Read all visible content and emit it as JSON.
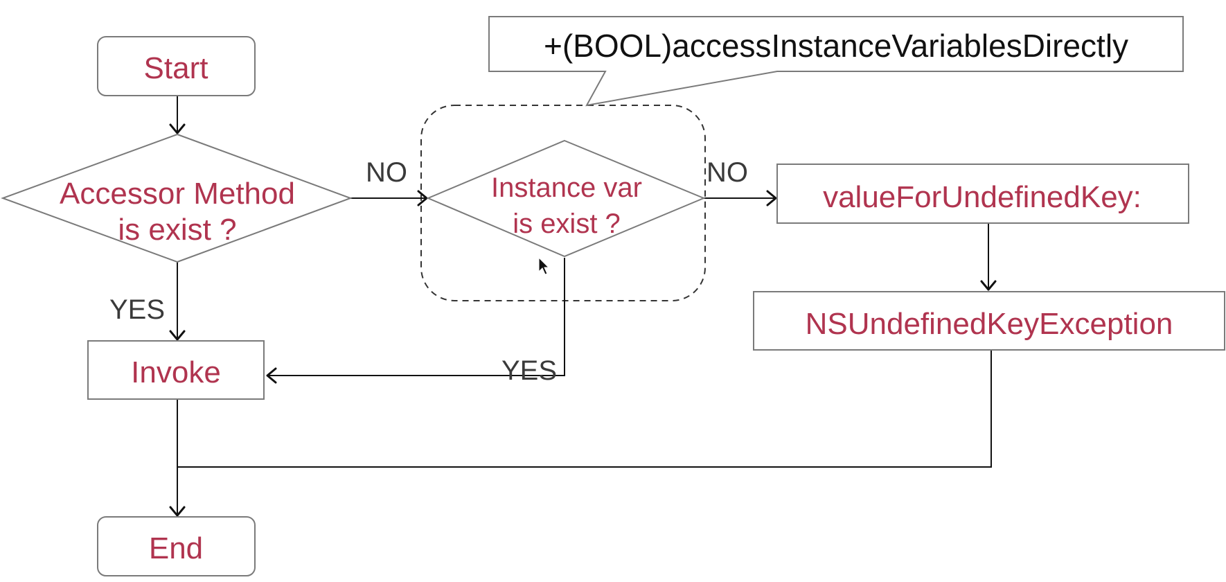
{
  "nodes": {
    "start": "Start",
    "accessor_line1": "Accessor Method",
    "accessor_line2": "is exist ?",
    "instance_line1": "Instance var",
    "instance_line2": "is exist ?",
    "undefined_key": "valueForUndefinedKey:",
    "exception": "NSUndefinedKeyException",
    "invoke": "Invoke",
    "end": "End"
  },
  "edges": {
    "accessor_no": "NO",
    "accessor_yes": "YES",
    "instance_no": "NO",
    "instance_yes": "YES"
  },
  "callout": "+(BOOL)accessInstanceVariablesDirectly",
  "colors": {
    "node_text": "#b0344f",
    "label_text": "#3a3a3a",
    "border": "#7a7a7a",
    "line": "#111111"
  }
}
